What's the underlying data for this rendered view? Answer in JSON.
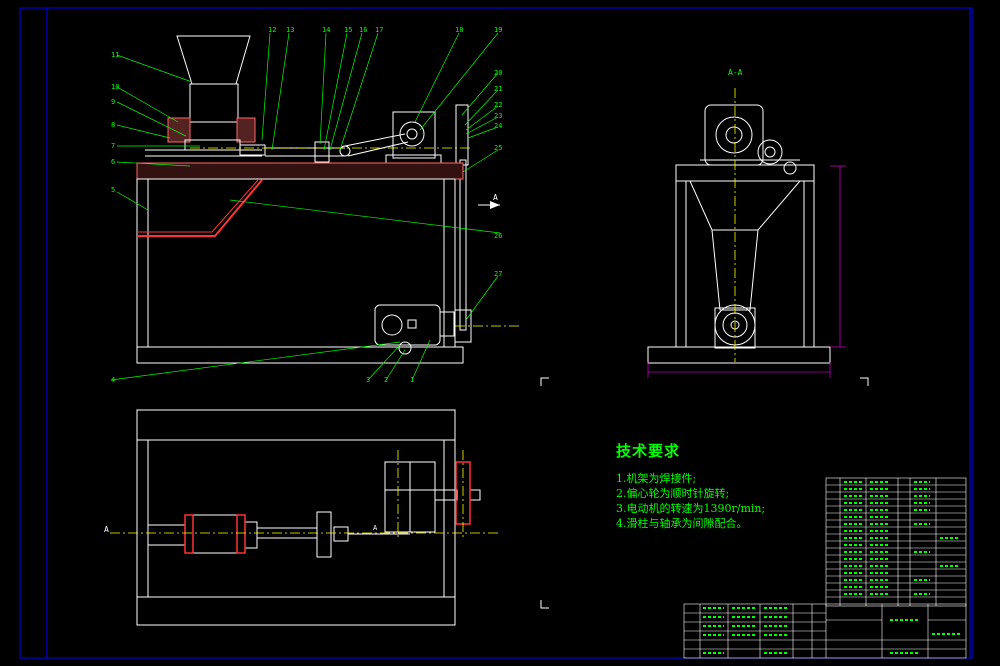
{
  "section_label": "A-A",
  "cut_label": "A",
  "technical_requirements": {
    "title": "技术要求",
    "items": [
      "1.机架为焊接件;",
      "2.偏心轮为顺时针旋转;",
      "3.电动机的转速为1390r/min;",
      "4.滑柱与轴承为间隙配合。"
    ]
  },
  "callouts": [
    "1",
    "2",
    "3",
    "4",
    "5",
    "6",
    "7",
    "8",
    "9",
    "10",
    "11",
    "12",
    "13",
    "14",
    "15",
    "16",
    "17",
    "18",
    "19",
    "20",
    "21",
    "22",
    "23",
    "24",
    "25",
    "26",
    "27"
  ],
  "colors": {
    "background": "#000000",
    "frame": "#0000ff",
    "lines": "#ffffff",
    "callouts": "#00ff00",
    "centerlines": "#ffff00",
    "highlight": "#ff3333",
    "dimension": "#ff00ff"
  }
}
